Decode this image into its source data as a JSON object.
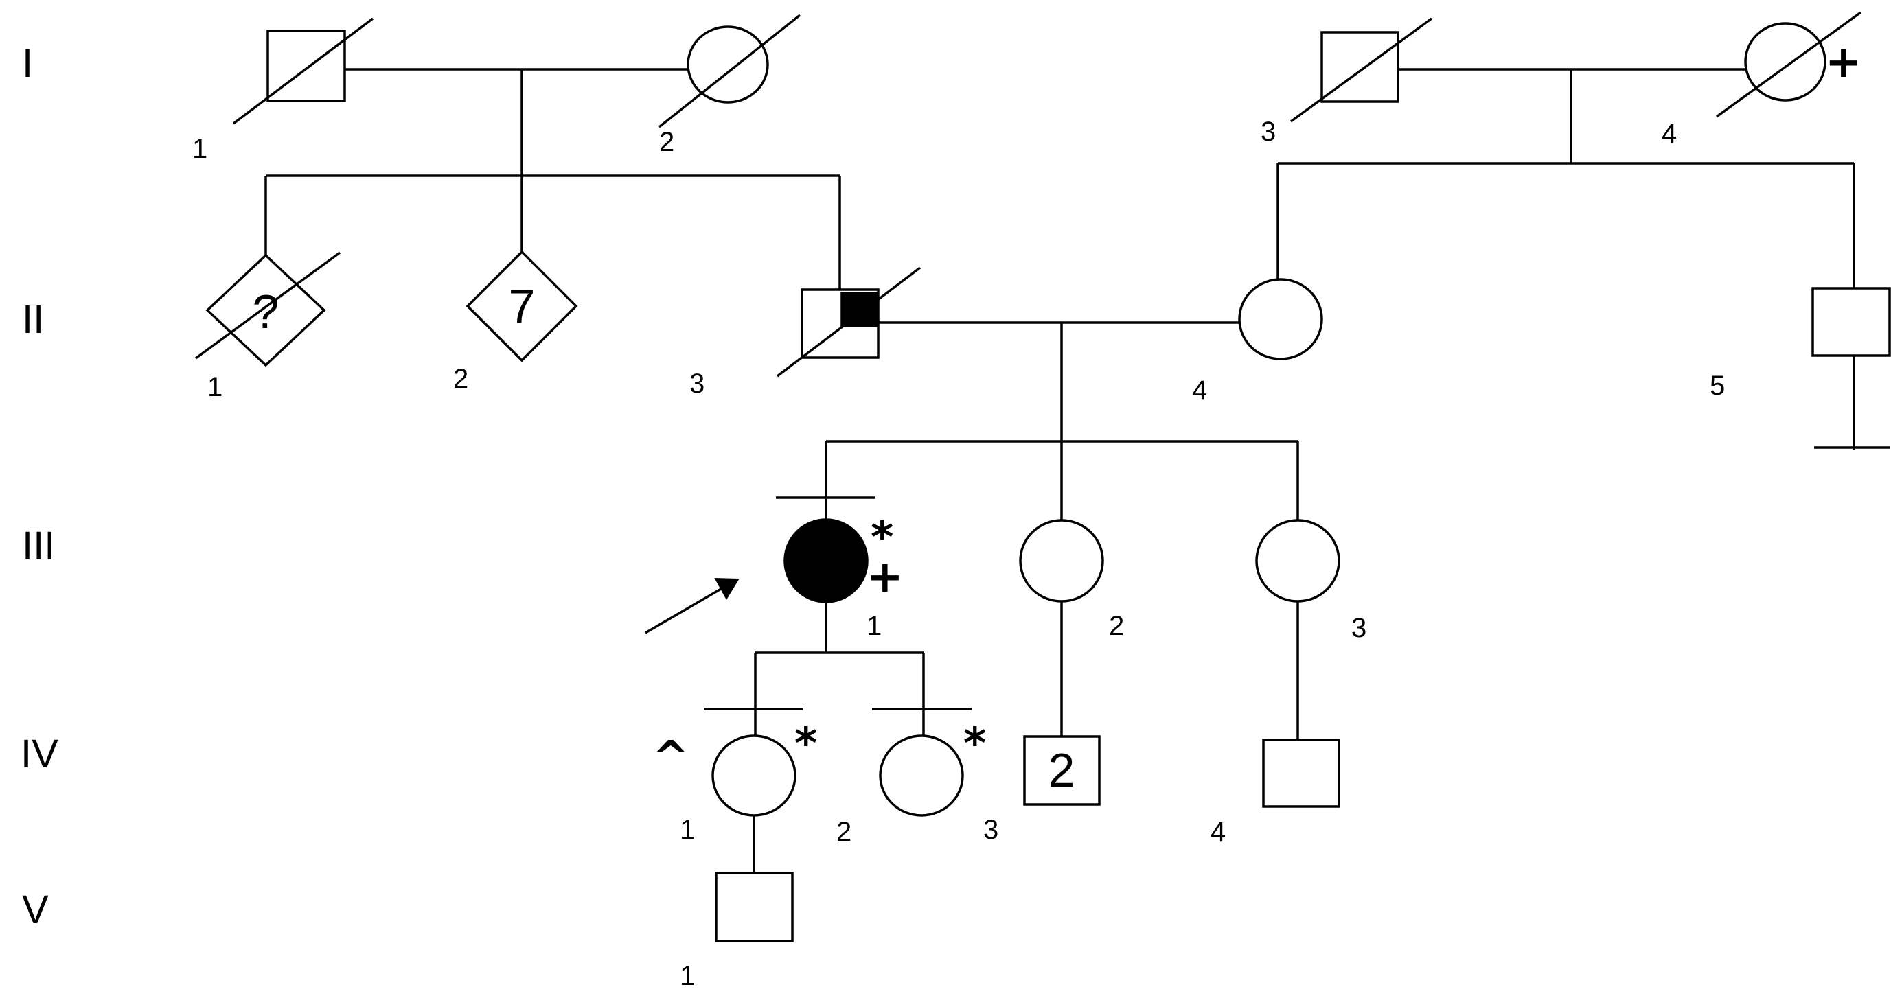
{
  "generations": [
    "I",
    "II",
    "III",
    "IV",
    "V"
  ],
  "individuals": {
    "I_1": {
      "label": "1",
      "sex": "male",
      "deceased": true
    },
    "I_2": {
      "label": "2",
      "sex": "female",
      "deceased": true
    },
    "I_3": {
      "label": "3",
      "sex": "male",
      "deceased": true
    },
    "I_4": {
      "label": "4",
      "sex": "female",
      "deceased": true,
      "mark": "+"
    },
    "II_1": {
      "label": "1",
      "sex": "unknown",
      "deceased": true,
      "inner_text": "?"
    },
    "II_2": {
      "label": "2",
      "sex": "unknown",
      "inner_text": "7"
    },
    "II_3": {
      "label": "3",
      "sex": "male",
      "deceased": true,
      "partially_affected": true
    },
    "II_4": {
      "label": "4",
      "sex": "female"
    },
    "II_5": {
      "label": "5",
      "sex": "male",
      "no_offspring": true
    },
    "III_1": {
      "label": "1",
      "sex": "female",
      "affected": true,
      "proband": true,
      "marks": [
        "*",
        "+"
      ]
    },
    "III_2": {
      "label": "2",
      "sex": "female"
    },
    "III_3": {
      "label": "3",
      "sex": "female"
    },
    "IV_1": {
      "label": "1",
      "sex": "female",
      "marks": [
        "^",
        "*"
      ]
    },
    "IV_2": {
      "label": "2"
    },
    "IV_3": {
      "label": "3",
      "sex": "female",
      "marks": [
        "*"
      ]
    },
    "IV_4": {
      "label": "4"
    },
    "IV_sq2": {
      "sex": "male",
      "inner_text": "2"
    },
    "IV_sq4": {
      "sex": "male"
    },
    "V_1": {
      "label": "1",
      "sex": "male"
    }
  },
  "colors": {
    "line": "#000000",
    "background": "#ffffff",
    "affected_fill": "#000000"
  }
}
